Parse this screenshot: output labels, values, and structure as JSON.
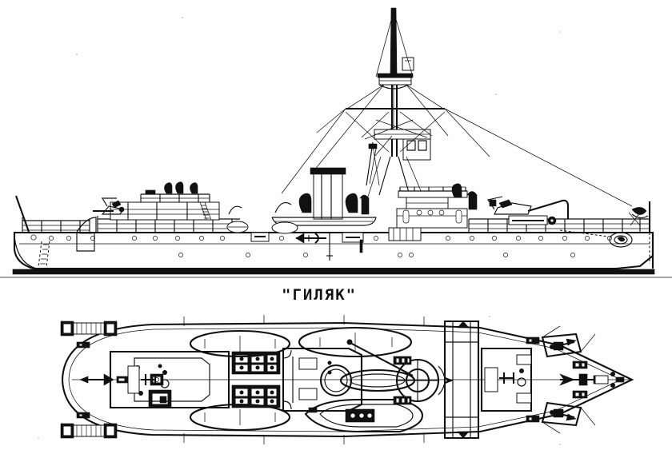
{
  "document": {
    "type": "ship-plan-drawing",
    "caption": "\"ГИЛЯК\"",
    "caption_transliteration": "GILYAK",
    "subject": "Russian gunboat Gilyak",
    "background_color": "#ffffff",
    "line_color": "#111111",
    "views": [
      {
        "name": "side-elevation",
        "position": "top"
      },
      {
        "name": "deck-plan",
        "position": "bottom"
      }
    ]
  },
  "profile": {
    "label": "side-elevation",
    "features": [
      "stern-flagstaff",
      "stern-railing",
      "boarding-ladder",
      "aft-deckhouse",
      "ventilators",
      "funnel",
      "military-mast",
      "fighting-top",
      "yard-arm",
      "searchlight-platform",
      "rigging-stays",
      "bridge",
      "pilot-house",
      "ships-boats-on-davits",
      "forward-gun",
      "stockless-anchor",
      "anchor-chain",
      "hawse-pipe",
      "porthole-rows",
      "waterline-band",
      "bow-jackstaff"
    ],
    "orientation": "bow-right"
  },
  "plan": {
    "label": "deck-plan",
    "features": [
      "stern-capstan",
      "stern-bollards",
      "accommodation-ladders",
      "deck-skylights",
      "ships-boats-stowed",
      "funnel-opening",
      "mast-step",
      "deck-winch",
      "bow-sponson-guns",
      "windlass",
      "bow-bollards",
      "centerline-axis"
    ],
    "orientation": "bow-right"
  }
}
